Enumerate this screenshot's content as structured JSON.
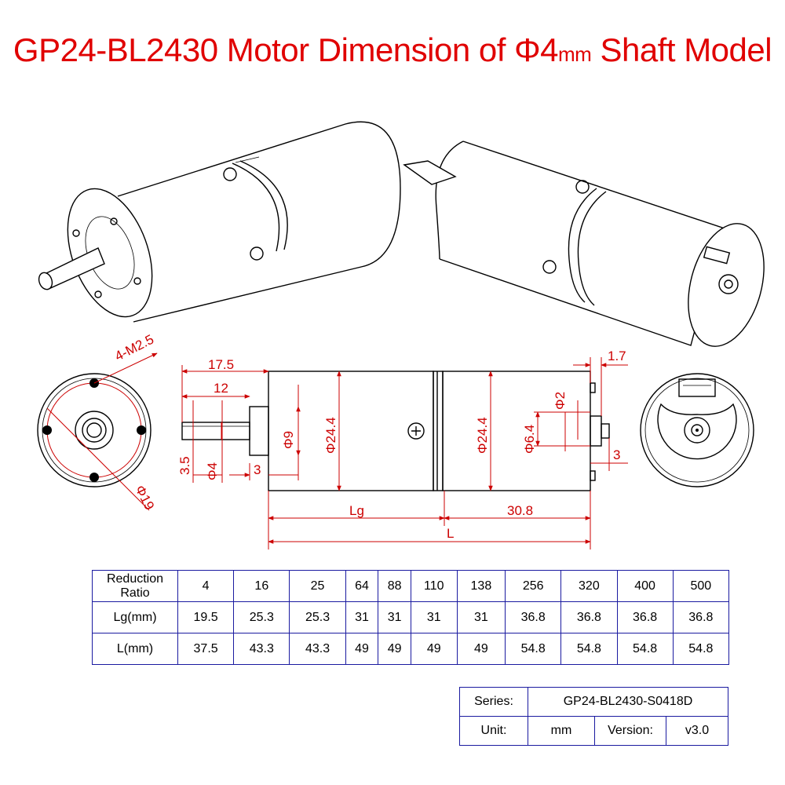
{
  "title": {
    "prefix": "GP24-BL2430 Motor Dimension of Φ4",
    "unit": "mm",
    "suffix": " Shaft Model"
  },
  "dimensions": {
    "m25": "4-M2.5",
    "d19": "Φ19",
    "d17_5": "17.5",
    "d12": "12",
    "d9": "Φ9",
    "d24_4_a": "Φ24.4",
    "d24_4_b": "Φ24.4",
    "d3_5": "3.5",
    "d4": "Φ4",
    "d3_shaft": "3",
    "lg": "Lg",
    "d30_8": "30.8",
    "l": "L",
    "d1_7": "1.7",
    "d2": "Φ2",
    "d6_4": "Φ6.4",
    "d3_end": "3"
  },
  "colors": {
    "title": "#e00000",
    "dimension": "#cc0000",
    "table_border": "#1a1aa0"
  },
  "ratio_table": {
    "header_label": "Reduction Ratio",
    "header_line1": "Reduction",
    "header_line2": "Ratio",
    "ratios": [
      "4",
      "16",
      "25",
      "64",
      "88",
      "110",
      "138",
      "256",
      "320",
      "400",
      "500"
    ],
    "lg_label": "Lg(mm)",
    "lg_values": [
      "19.5",
      "25.3",
      "25.3",
      "31",
      "31",
      "31",
      "31",
      "36.8",
      "36.8",
      "36.8",
      "36.8"
    ],
    "l_label": "L(mm)",
    "l_values": [
      "37.5",
      "43.3",
      "43.3",
      "49",
      "49",
      "49",
      "49",
      "54.8",
      "54.8",
      "54.8",
      "54.8"
    ]
  },
  "info_table": {
    "series_label": "Series:",
    "series_value": "GP24-BL2430-S0418D",
    "unit_label": "Unit:",
    "unit_value": "mm",
    "version_label": "Version:",
    "version_value": "v3.0"
  }
}
